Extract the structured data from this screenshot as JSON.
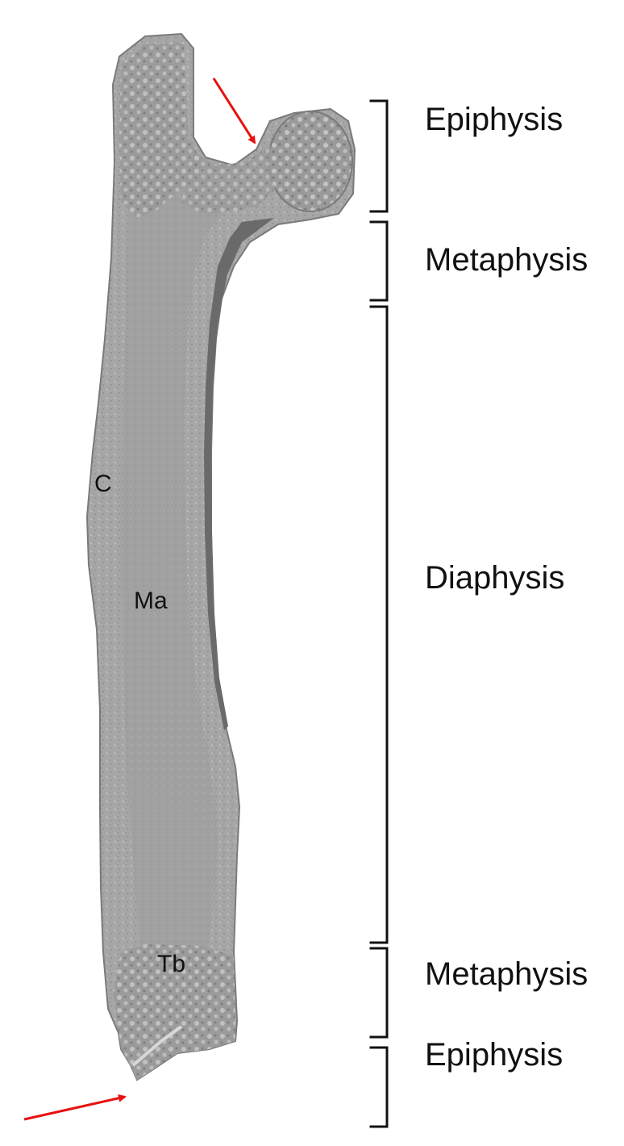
{
  "diagram": {
    "regions": [
      {
        "id": "proximal-epiphysis",
        "label": "Epiphysis"
      },
      {
        "id": "proximal-metaphysis",
        "label": "Metaphysis"
      },
      {
        "id": "diaphysis",
        "label": "Diaphysis"
      },
      {
        "id": "distal-metaphysis",
        "label": "Metaphysis"
      },
      {
        "id": "distal-epiphysis",
        "label": "Epiphysis"
      }
    ],
    "bone_labels": {
      "cortex": "C",
      "marrow": "Ma",
      "trabecular": "Tb"
    },
    "arrows": [
      {
        "id": "proximal-growth-plate-arrow",
        "color": "#e81010"
      },
      {
        "id": "distal-growth-plate-arrow",
        "color": "#e81010"
      }
    ],
    "colors": {
      "bone_surface": "#a8a8a8",
      "bone_shadow": "#6a6a6a",
      "bracket": "#111111"
    }
  }
}
